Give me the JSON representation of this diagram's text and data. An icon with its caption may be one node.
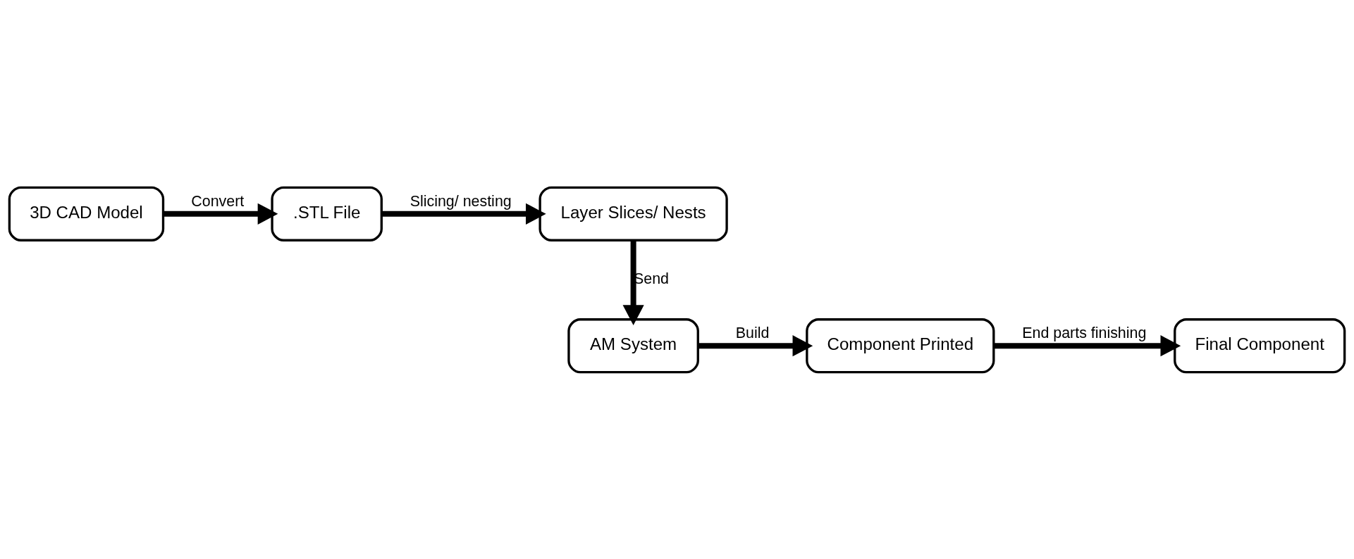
{
  "diagram": {
    "nodes": [
      {
        "text": [
          "3D CAD Model"
        ]
      },
      {
        "text": [
          ".STL File"
        ]
      },
      {
        "text": [
          "Layer Slices/ Nests"
        ]
      },
      {
        "text": [
          "AM System"
        ]
      },
      {
        "text": [
          "Component Printed"
        ]
      },
      {
        "text": [
          "Final Component"
        ]
      }
    ],
    "edges": [
      {
        "from": 0,
        "to": 1,
        "arrow": "to",
        "label": "Convert"
      },
      {
        "from": 1,
        "to": 2,
        "arrow": "to",
        "label": "Slicing/ nesting"
      },
      {
        "from": 2,
        "to": 3,
        "arrow": "to",
        "label": "Send"
      },
      {
        "from": 3,
        "to": 4,
        "arrow": "to",
        "label": "Build"
      },
      {
        "from": 4,
        "to": 5,
        "arrow": "to",
        "label": "End parts finishing"
      }
    ]
  }
}
